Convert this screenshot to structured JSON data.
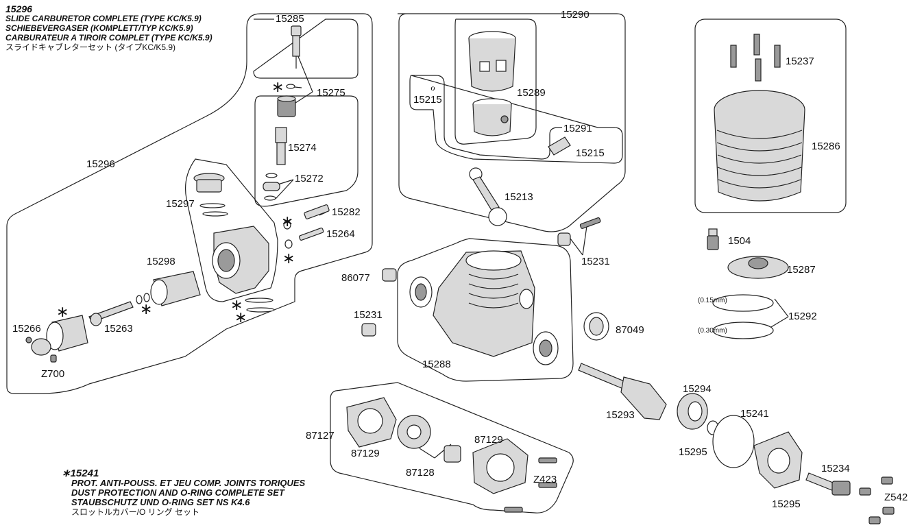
{
  "title": {
    "number": "15296",
    "lines": [
      "SLIDE CARBURETOR COMPLETE (TYPE KC/K5.9)",
      "SCHIEBEVERGASER (KOMPLETT/TYP KC/K5.9)",
      "CARBURATEUR A TIROIR COMPLET (TYPE KC/K5.9)"
    ],
    "japanese": "スライドキャブレターセット (タイプKC/K5.9)"
  },
  "note": {
    "number": "∗15241",
    "lines": [
      "PROT. ANTI-POUSS. ET JEU COMP. JOINTS TORIQUES",
      "DUST PROTECTION AND O-RING COMPLETE SET",
      "STAUBSCHUTZ UND O-RING SET NS K4.6"
    ],
    "japanese": "スロットルカバー/O リング セット"
  },
  "labels": {
    "p15285": "15285",
    "p15275": "15275",
    "p15274": "15274",
    "p15272": "15272",
    "p15296": "15296",
    "p15297": "15297",
    "p15282": "15282",
    "p15264": "15264",
    "p15298": "15298",
    "p15266": "15266",
    "p15263": "15263",
    "z700": "Z700",
    "p15290": "15290",
    "p15289": "15289",
    "p15215a": "15215",
    "p15291": "15291",
    "p15215b": "15215",
    "p15213": "15213",
    "p15237": "15237",
    "p15286": "15286",
    "p1504": "1504",
    "p15231a": "15231",
    "p15287": "15287",
    "shim1": "(0.15mm)",
    "shim2": "(0.30mm)",
    "p15292": "15292",
    "p86077": "86077",
    "p15231b": "15231",
    "p87049": "87049",
    "p15288": "15288",
    "p15294": "15294",
    "p15241": "15241",
    "p15293": "15293",
    "p15295a": "15295",
    "p87127": "87127",
    "p87129a": "87129",
    "p87129b": "87129",
    "p87128": "87128",
    "z423": "Z423",
    "p15234": "15234",
    "p15295b": "15295",
    "z542": "Z542",
    "star": "∗"
  }
}
